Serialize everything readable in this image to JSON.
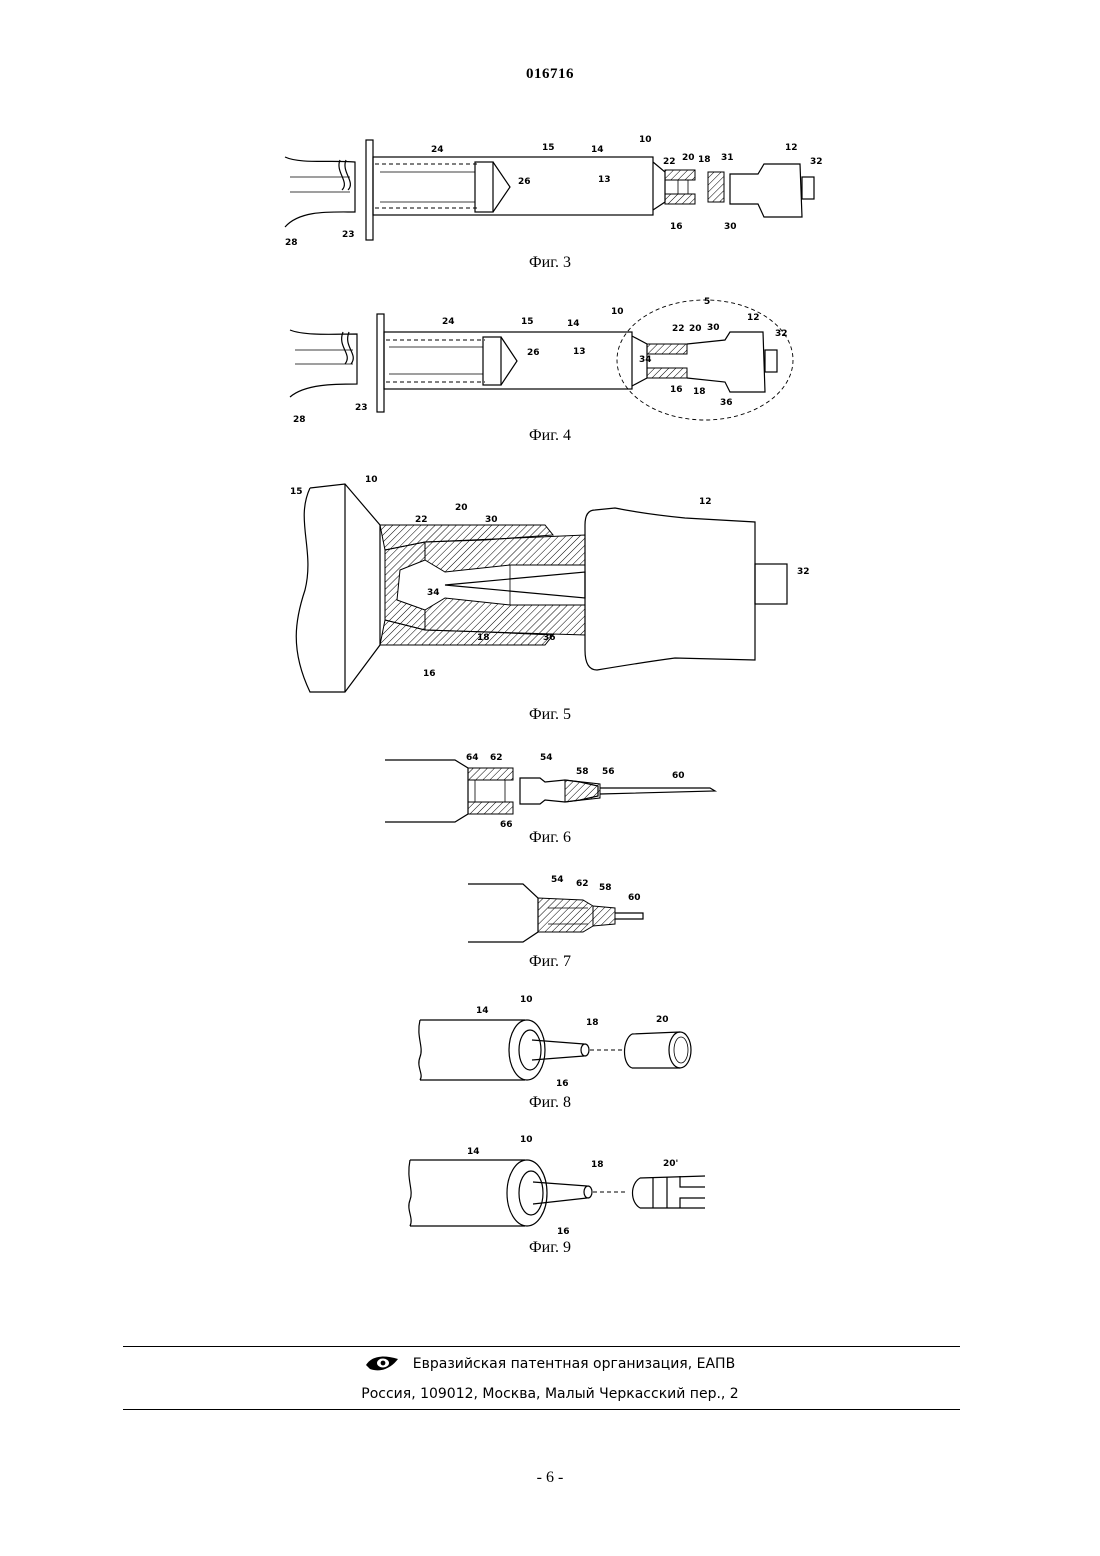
{
  "header": {
    "doc_number": "016716"
  },
  "figures": [
    {
      "caption": "Фиг. 3",
      "labels": {
        "plunger": "28",
        "flange": "23",
        "rod": "24",
        "stopper": "26",
        "chamber": "15",
        "barrel": "14",
        "inner": "13",
        "syringe": "10",
        "tip": "16",
        "lumen": "18",
        "collar": "20",
        "thread": "22",
        "male": "30",
        "thread2": "31",
        "connector": "12",
        "cap": "32"
      }
    },
    {
      "caption": "Фиг. 4",
      "labels": {
        "plunger": "28",
        "flange": "23",
        "rod": "24",
        "stopper": "26",
        "chamber": "15",
        "barrel": "14",
        "inner": "13",
        "syringe": "10",
        "detail": "5",
        "thread": "22",
        "collar": "20",
        "male": "30",
        "connector": "12",
        "cap": "32",
        "spike": "34",
        "tip": "16",
        "lumen": "18",
        "valve": "36"
      }
    },
    {
      "caption": "Фиг. 5",
      "labels": {
        "chamber": "15",
        "syringe": "10",
        "thread": "22",
        "collar": "20",
        "male": "30",
        "connector": "12",
        "cap": "32",
        "spike": "34",
        "lumen": "18",
        "valve": "36",
        "tip": "16"
      }
    },
    {
      "caption": "Фиг. 6",
      "labels": {
        "a": "64",
        "b": "62",
        "c": "54",
        "d": "58",
        "e": "56",
        "needle": "60",
        "f": "66"
      }
    },
    {
      "caption": "Фиг. 7",
      "labels": {
        "c": "54",
        "b": "62",
        "d": "58",
        "needle": "60"
      }
    },
    {
      "caption": "Фиг. 8",
      "labels": {
        "syringe": "10",
        "barrel": "14",
        "lumen": "18",
        "collar": "20",
        "tip": "16"
      }
    },
    {
      "caption": "Фиг. 9",
      "labels": {
        "syringe": "10",
        "barrel": "14",
        "lumen": "18",
        "collar": "20'",
        "tip": "16"
      }
    }
  ],
  "footer": {
    "org": "Евразийская патентная организация, ЕАПВ",
    "address": "Россия, 109012, Москва, Малый Черкасский пер., 2",
    "logo_icon": "eapo-eye-logo"
  },
  "page_number": "- 6 -"
}
